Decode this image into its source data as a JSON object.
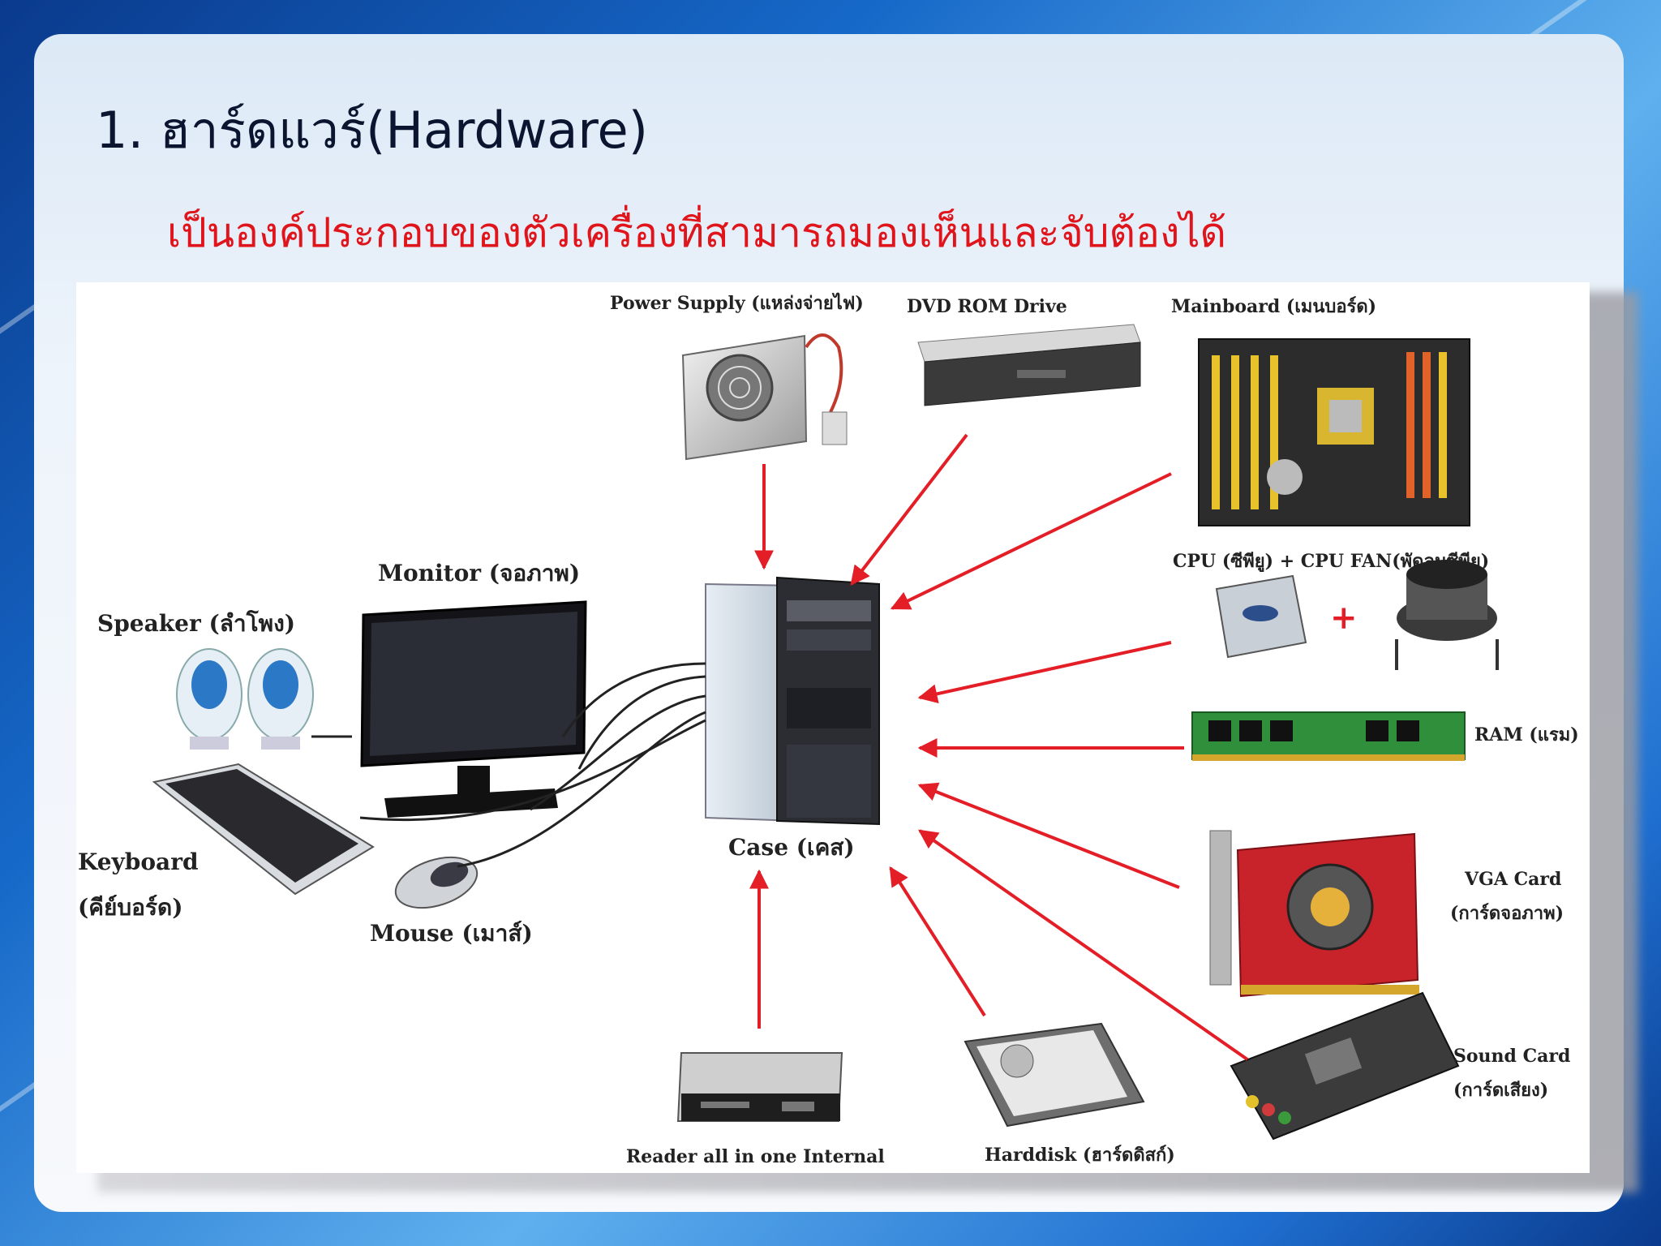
{
  "slide": {
    "title": "1. ฮาร์ดแวร์(Hardware)",
    "subtitle": "เป็นองค์ประกอบของตัวเครื่องที่สามารถมองเห็นและจับต้องได้"
  },
  "diagram": {
    "labels": {
      "power_supply": "Power Supply (แหล่งจ่ายไฟ)",
      "dvd_rom": "DVD ROM Drive",
      "mainboard": "Mainboard (เมนบอร์ด)",
      "cpu": "CPU (ซีพียู) + CPU FAN(พัดลมซีพียู)",
      "ram": "RAM (แรม)",
      "vga_line1": "VGA Card",
      "vga_line2": "(การ์ดจอภาพ)",
      "sound_line1": "Sound Card",
      "sound_line2": "(การ์ดเสียง)",
      "harddisk": "Harddisk (ฮาร์ดดิสก์)",
      "reader": "Reader all in one Internal",
      "case": "Case (เคส)",
      "monitor": "Monitor (จอภาพ)",
      "speaker": "Speaker (ลำโพง)",
      "keyboard_line1": "Keyboard",
      "keyboard_line2": "(คีย์บอร์ด)",
      "mouse": "Mouse (เมาส์)",
      "plus_sign": "+"
    },
    "colors": {
      "arrow": "#e41e26",
      "title": "#0b1530",
      "subtitle": "#e0141b"
    }
  }
}
